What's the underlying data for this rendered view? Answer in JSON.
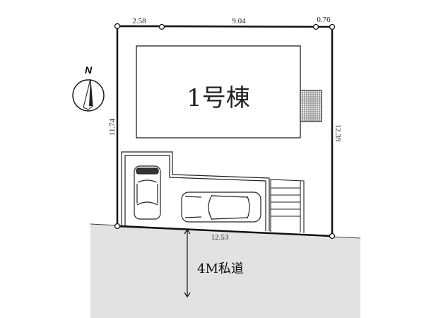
{
  "plan": {
    "building_label": "1号棟",
    "road_label": "4M私道",
    "north_label": "N",
    "dimensions": {
      "top_left_segment": "2.58",
      "top_middle_segment": "9.04",
      "top_right_segment": "0.76",
      "left_side": "11.74",
      "right_side": "12.39",
      "frontage": "12.53"
    }
  },
  "colors": {
    "road": "#e2e2e2",
    "line": "#111111"
  }
}
